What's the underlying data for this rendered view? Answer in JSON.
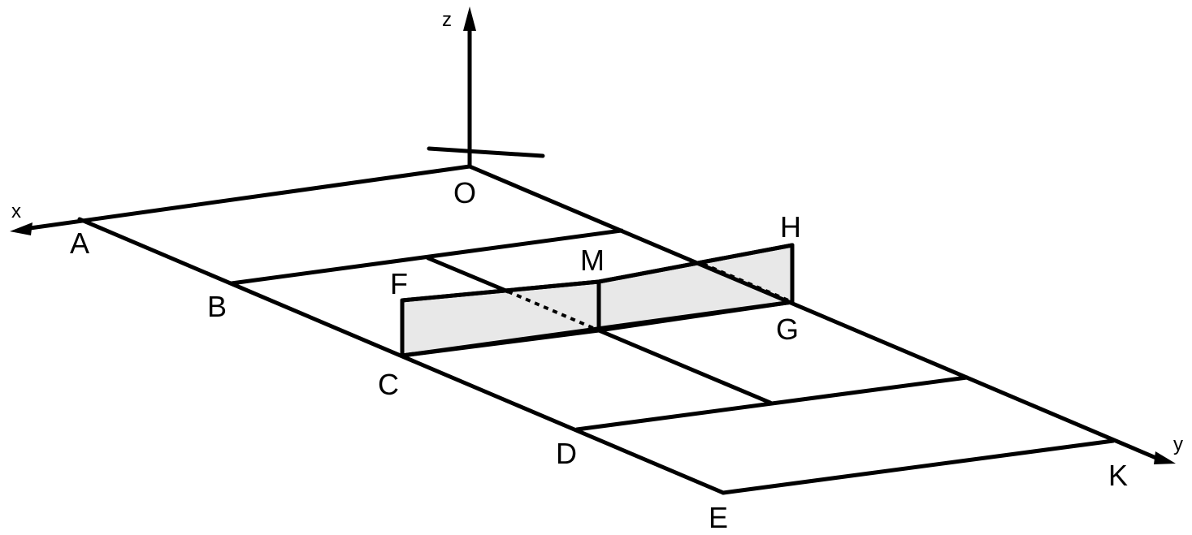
{
  "axes": {
    "x_label": "x",
    "y_label": "y",
    "z_label": "z"
  },
  "points": {
    "O": "O",
    "A": "A",
    "B": "B",
    "C": "C",
    "D": "D",
    "E": "E",
    "F": "F",
    "G": "G",
    "H": "H",
    "M": "M",
    "K": "K"
  },
  "colors": {
    "stroke": "#000000",
    "panel_fill": "#e8e8e8",
    "background": "#ffffff"
  }
}
